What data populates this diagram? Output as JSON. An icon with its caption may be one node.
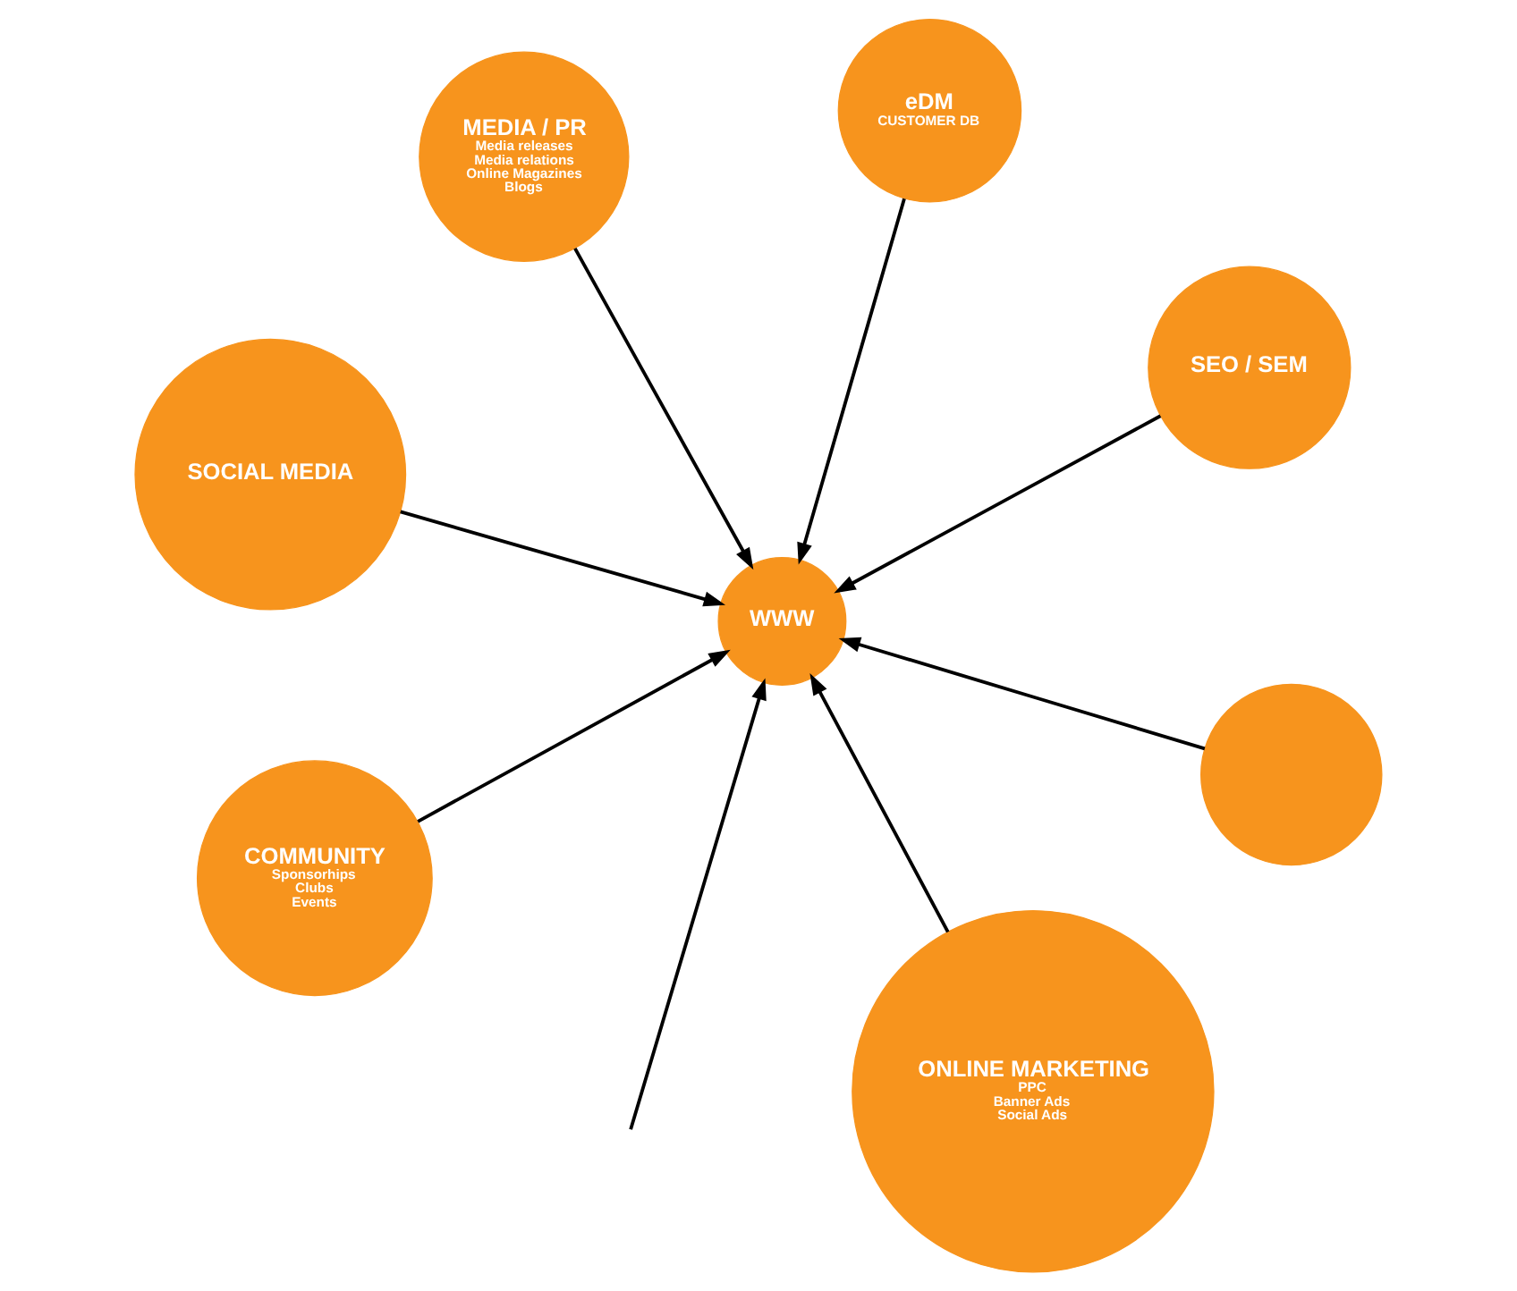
{
  "diagram": {
    "nodes": [
      {
        "text": [
          "SOCIAL MEDIA"
        ]
      },
      {
        "text": [
          "SEO / SEM"
        ]
      },
      {
        "text": [
          "ONLINE MARKETING",
          "PPC",
          "Banner Ads",
          "Social Ads"
        ]
      },
      {
        "text": [
          "eDM",
          "CUSTOMER DB"
        ]
      },
      {
        "text": [
          "WWW"
        ]
      },
      {
        "text": [
          "MEDIA / PR",
          "Media releases",
          "Media relations",
          "Online Magazines",
          "Blogs"
        ]
      },
      {
        "text": [
          "COMMUNITY",
          "Sponsorhips",
          "Clubs",
          "Events"
        ]
      },
      {
        "text": [],
        "shape": "circle"
      }
    ],
    "edges": [
      {
        "from": 0,
        "to": 4,
        "arrow": "to"
      },
      {
        "from": 1,
        "to": 4,
        "arrow": "to"
      },
      {
        "from": 2,
        "to": 4,
        "arrow": "to"
      },
      {
        "from": 3,
        "to": 4,
        "arrow": "to"
      },
      {
        "from": 5,
        "to": 4,
        "arrow": "to"
      },
      {
        "from": 6,
        "to": 4,
        "arrow": "to"
      },
      {
        "from": null,
        "to": 4,
        "arrow": "to"
      },
      {
        "from": 7,
        "to": 4,
        "arrow": "to"
      }
    ]
  }
}
